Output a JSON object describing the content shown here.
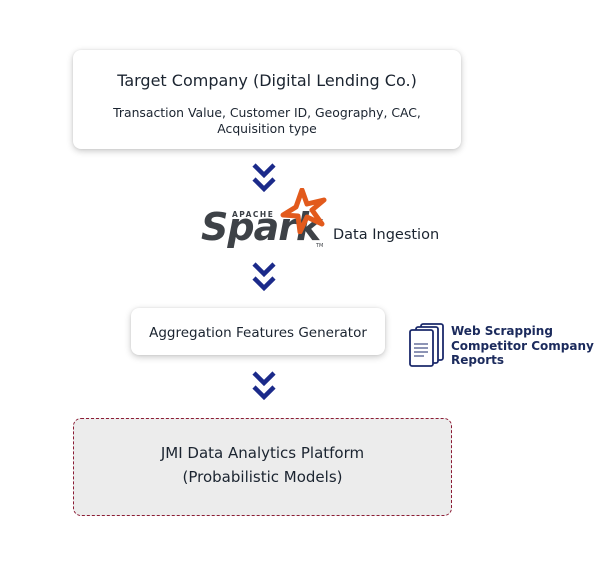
{
  "target": {
    "title": "Target Company (Digital Lending Co.)",
    "desc_line1": "Transaction Value, Customer ID, Geography, CAC,",
    "desc_line2": "Acquisition type"
  },
  "spark": {
    "apache": "APACHE",
    "word": "Spark",
    "tm": "TM",
    "star_color": "#e25a1c",
    "label": "Data Ingestion"
  },
  "aggregation": {
    "label": "Aggregation Features Generator"
  },
  "web": {
    "line1": "Web Scrapping",
    "line2": "Competitor Company",
    "line3": "Reports",
    "icon": "documents-icon",
    "color": "#1b2a6b"
  },
  "platform": {
    "line1": "JMI Data Analytics Platform",
    "line2": "(Probabilistic Models)",
    "border_color": "#8c1c35"
  },
  "arrow_color": "#1b2a8a"
}
